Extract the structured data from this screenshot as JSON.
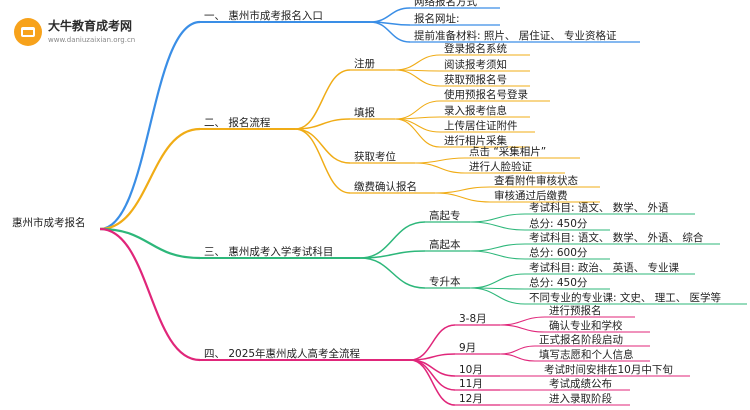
{
  "logo": {
    "name": "大牛教育成考网",
    "url": "www.daniuzaixian.org.cn"
  },
  "root": "惠州市成考报名",
  "colors": {
    "b1": "#3a8ee6",
    "b2": "#f0ac16",
    "b3": "#2db77a",
    "b4": "#e0267a"
  },
  "branches": [
    {
      "id": "b1",
      "label": "一、 惠州市成考报名入口",
      "children": [
        {
          "label": "网络报名方式",
          "children": []
        },
        {
          "label": "报名网址:",
          "children": []
        },
        {
          "label": "提前准备材料: 照片、 居住证、 专业资格证",
          "children": []
        }
      ]
    },
    {
      "id": "b2",
      "label": "二、 报名流程",
      "children": [
        {
          "label": "注册",
          "children": [
            "登录报名系统",
            "阅读报考须知",
            "获取预报名号"
          ]
        },
        {
          "label": "填报",
          "children": [
            "使用预报名号登录",
            "录入报考信息",
            "上传居住证附件",
            "进行相片采集"
          ]
        },
        {
          "label": "获取考位",
          "children": [
            "点击 “采集相片”",
            "进行人脸验证"
          ]
        },
        {
          "label": "缴费确认报名",
          "children": [
            "查看附件审核状态",
            "审核通过后缴费"
          ]
        }
      ]
    },
    {
      "id": "b3",
      "label": "三、 惠州成考入学考试科目",
      "children": [
        {
          "label": "高起专",
          "children": [
            "考试科目: 语文、 数学、 外语",
            "总分: 450分"
          ]
        },
        {
          "label": "高起本",
          "children": [
            "考试科目: 语文、 数学、 外语、 综合",
            "总分: 600分"
          ]
        },
        {
          "label": "专升本",
          "children": [
            "考试科目: 政治、 英语、 专业课",
            "总分: 450分",
            "不同专业的专业课: 文史、 理工、 医学等"
          ]
        }
      ]
    },
    {
      "id": "b4",
      "label": "四、 2025年惠州成人高考全流程",
      "children": [
        {
          "label": "3-8月",
          "children": [
            "进行预报名",
            "确认专业和学校"
          ]
        },
        {
          "label": "9月",
          "children": [
            "正式报名阶段启动",
            "填写志愿和个人信息"
          ]
        },
        {
          "label": "10月",
          "children": [
            "考试时间安排在10月中下旬"
          ]
        },
        {
          "label": "11月",
          "children": [
            "考试成绩公布"
          ]
        },
        {
          "label": "12月",
          "children": [
            "进入录取阶段"
          ]
        }
      ]
    }
  ]
}
